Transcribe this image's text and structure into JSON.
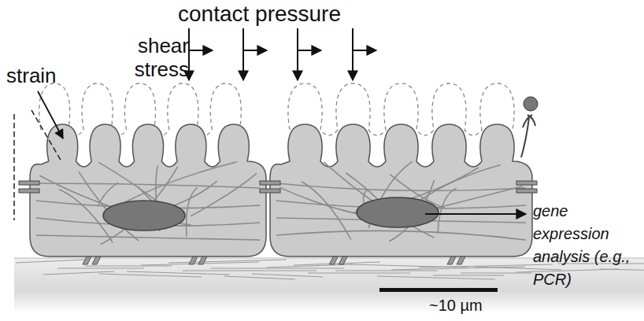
{
  "diagram": {
    "labels": [
      "contact pressure",
      "shear stress",
      "strain",
      "gene expression analysis (e.g., PCR)",
      "~10 µm"
    ]
  }
}
